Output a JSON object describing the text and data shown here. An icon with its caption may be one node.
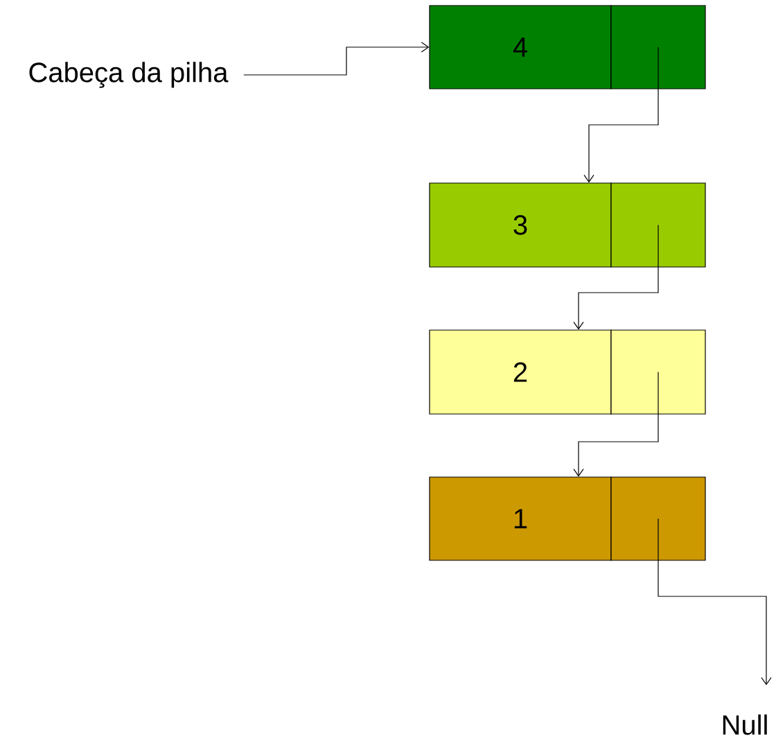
{
  "diagram": {
    "nodes": [
      {
        "text": [
          "Cabeça da pilha"
        ]
      },
      {
        "text": [
          "4"
        ]
      },
      {
        "text": [],
        "shape": "box"
      },
      {
        "text": [
          "3"
        ]
      },
      {
        "text": [],
        "shape": "box"
      },
      {
        "text": [
          "2"
        ]
      },
      {
        "text": [],
        "shape": "box"
      },
      {
        "text": [
          "1"
        ]
      },
      {
        "text": [],
        "shape": "box"
      },
      {
        "text": [
          "Null"
        ]
      }
    ],
    "edges": [
      {
        "from": 0,
        "to": 1,
        "arrow": "to"
      },
      {
        "from": 2,
        "to": 3,
        "arrow": "to"
      },
      {
        "from": 4,
        "to": 5,
        "arrow": "to"
      },
      {
        "from": 6,
        "to": 7,
        "arrow": "to"
      },
      {
        "from": 8,
        "to": 9,
        "arrow": "to"
      }
    ]
  }
}
